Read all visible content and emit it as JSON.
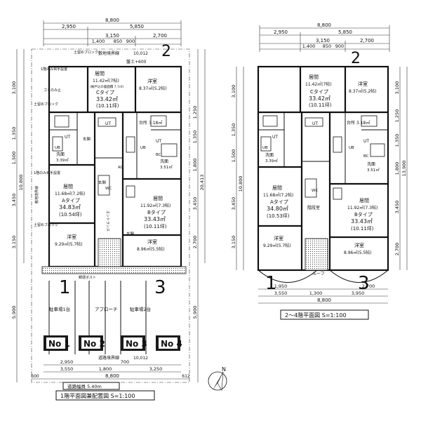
{
  "left_plan": {
    "top_dims": [
      "8,800",
      "2,950",
      "5,850",
      "3,150",
      "2,700",
      "1,400",
      "850",
      "900"
    ],
    "building_number_top": "2",
    "building_number_left": "1",
    "building_number_right": "3",
    "labels_top": [
      "土留めブロック",
      "敷地境界線",
      "10,012",
      "盤土+600"
    ],
    "left_notes": [
      "1階のみ目手設置",
      "ゴミのみ止",
      "土留めブロック",
      "1階のみ目手設置",
      "敷地境界線",
      "土留めブロック"
    ],
    "left_dims": [
      "3,100",
      "1,350",
      "1,500",
      "10,800",
      "3,450",
      "3,150",
      "5,900"
    ],
    "right_dims": [
      "20,413",
      "1,250",
      "1,350",
      "1,800",
      "3,450",
      "2,700",
      "5,900"
    ],
    "rooms": {
      "c_type": {
        "room": "居間",
        "area": "11.42㎡(7帖)",
        "sub": "(納戸込の畳面積 7.7㎡)",
        "type": "Cタイプ",
        "total": "33.42㎡",
        "tsubo": "(10.11坪)"
      },
      "c_western": {
        "room": "洋室",
        "area": "8.37㎡(5.2帖)"
      },
      "a_type": {
        "room": "居間",
        "area": "11.68㎡(7.2帖)",
        "type": "Aタイプ",
        "total": "34.83㎡",
        "tsubo": "(10.54坪)"
      },
      "a_western": {
        "room": "洋室",
        "area": "9.29㎡(5.7帖)"
      },
      "b_type": {
        "room": "居間",
        "area": "11.92㎡(7.3帖)",
        "type": "Bタイプ",
        "total": "33.43㎡",
        "tsubo": "(10.11坪)"
      },
      "b_western": {
        "room": "洋室",
        "area": "8.96㎡(5.5帖)"
      },
      "wash_a": {
        "room": "洗面",
        "area": "3.39㎡"
      },
      "wash_b": {
        "room": "洗面",
        "area": "3.51㎡"
      },
      "kitchen": {
        "room": "台所",
        "area": "3.18㎡"
      }
    },
    "small_labels": [
      "UT",
      "UT",
      "UT",
      "玄関",
      "玄関",
      "玄関",
      "UB",
      "UB",
      "BC",
      "WC",
      "AG",
      "エントランス"
    ],
    "parking": [
      "駐車場1台",
      "アプローチ",
      "駐車場2台"
    ],
    "parking_numbers": [
      "No 1",
      "No 2",
      "No 3",
      "No 4"
    ],
    "bottom_labels": [
      "道路境界線",
      "10,012",
      "郵便ポスト"
    ],
    "bottom_dims": [
      "2,950",
      "3,550",
      "1,800",
      "3,250",
      "700",
      "8,800",
      "600",
      "612"
    ],
    "road": "道路幅員 5.40m",
    "caption": "1階平面図兼配置図 S=1:100"
  },
  "right_plan": {
    "top_dims": [
      "8,800",
      "2,950",
      "5,850",
      "3,150",
      "2,700",
      "1,400",
      "850",
      "900"
    ],
    "building_number_top": "2",
    "building_number_left": "1",
    "building_number_right": "3",
    "rooms": {
      "c_type": {
        "room": "居間",
        "area": "11.42㎡(7帖)",
        "type": "Cタイプ",
        "total": "33.42㎡",
        "tsubo": "(10.11坪)"
      },
      "c_western": {
        "room": "洋室",
        "area": "8.37㎡(5.2帖)"
      },
      "a_type": {
        "room": "居間",
        "area": "11.68㎡(7.2帖)",
        "type": "Aタイプ",
        "total": "34.80㎡",
        "tsubo": "(10.53坪)"
      },
      "a_western": {
        "room": "洋室",
        "area": "9.29㎡(5.7帖)"
      },
      "b_type": {
        "room": "居間",
        "area": "11.92㎡(7.3帖)",
        "type": "Bタイプ",
        "total": "33.43㎡",
        "tsubo": "(10.11坪)"
      },
      "b_western": {
        "room": "洋室",
        "area": "8.96㎡(5.5帖)"
      },
      "wash_a": {
        "room": "洗面",
        "area": "3.39㎡"
      },
      "wash_b": {
        "room": "洗面",
        "area": "3.51㎡"
      },
      "kitchen": {
        "room": "台所",
        "area": "3.18㎡"
      },
      "stairs": "階段室"
    },
    "left_dims": [
      "3,100",
      "1,350",
      "1,500",
      "10,800",
      "3,450",
      "3,150"
    ],
    "right_dims": [
      "3,100",
      "1,250",
      "1,350",
      "1,800",
      "3,450",
      "13,900",
      "2,700"
    ],
    "small_labels": [
      "UT",
      "UT",
      "UT",
      "UB",
      "UB",
      "WC",
      "BC",
      "ルーフ"
    ],
    "bottom_dims": [
      "1,950",
      "1,300",
      "3,950",
      "8,800",
      "3,550",
      "2,700"
    ],
    "caption": "2～4階平面図 S=1:100"
  },
  "north_label": "N"
}
